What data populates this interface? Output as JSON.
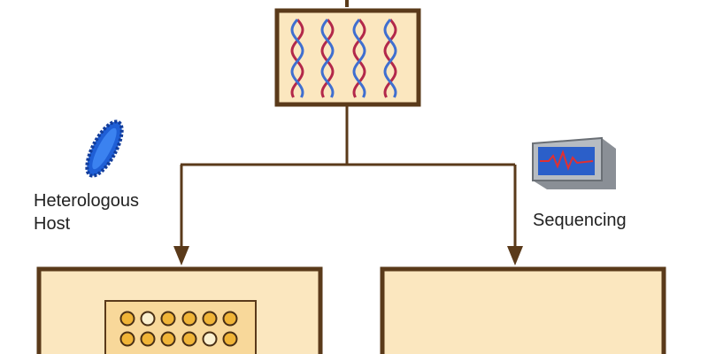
{
  "labels": {
    "host_line1": "Heterologous",
    "host_line2": "Host",
    "sequencing": "Sequencing"
  },
  "plate": {
    "rows": [
      [
        "filled",
        "empty",
        "filled",
        "filled",
        "filled",
        "filled"
      ],
      [
        "filled",
        "filled",
        "filled",
        "filled",
        "empty",
        "filled"
      ]
    ]
  },
  "colors": {
    "stroke": "#5a3a1a",
    "box_fill": "#fbe7bf",
    "plate_fill": "#f8d89a",
    "well_filled": "#f0b437",
    "well_empty": "#fbf0d0",
    "bacterium": "#1f5fd6",
    "dna_red": "#b3284a",
    "dna_blue": "#3f6fd0"
  }
}
